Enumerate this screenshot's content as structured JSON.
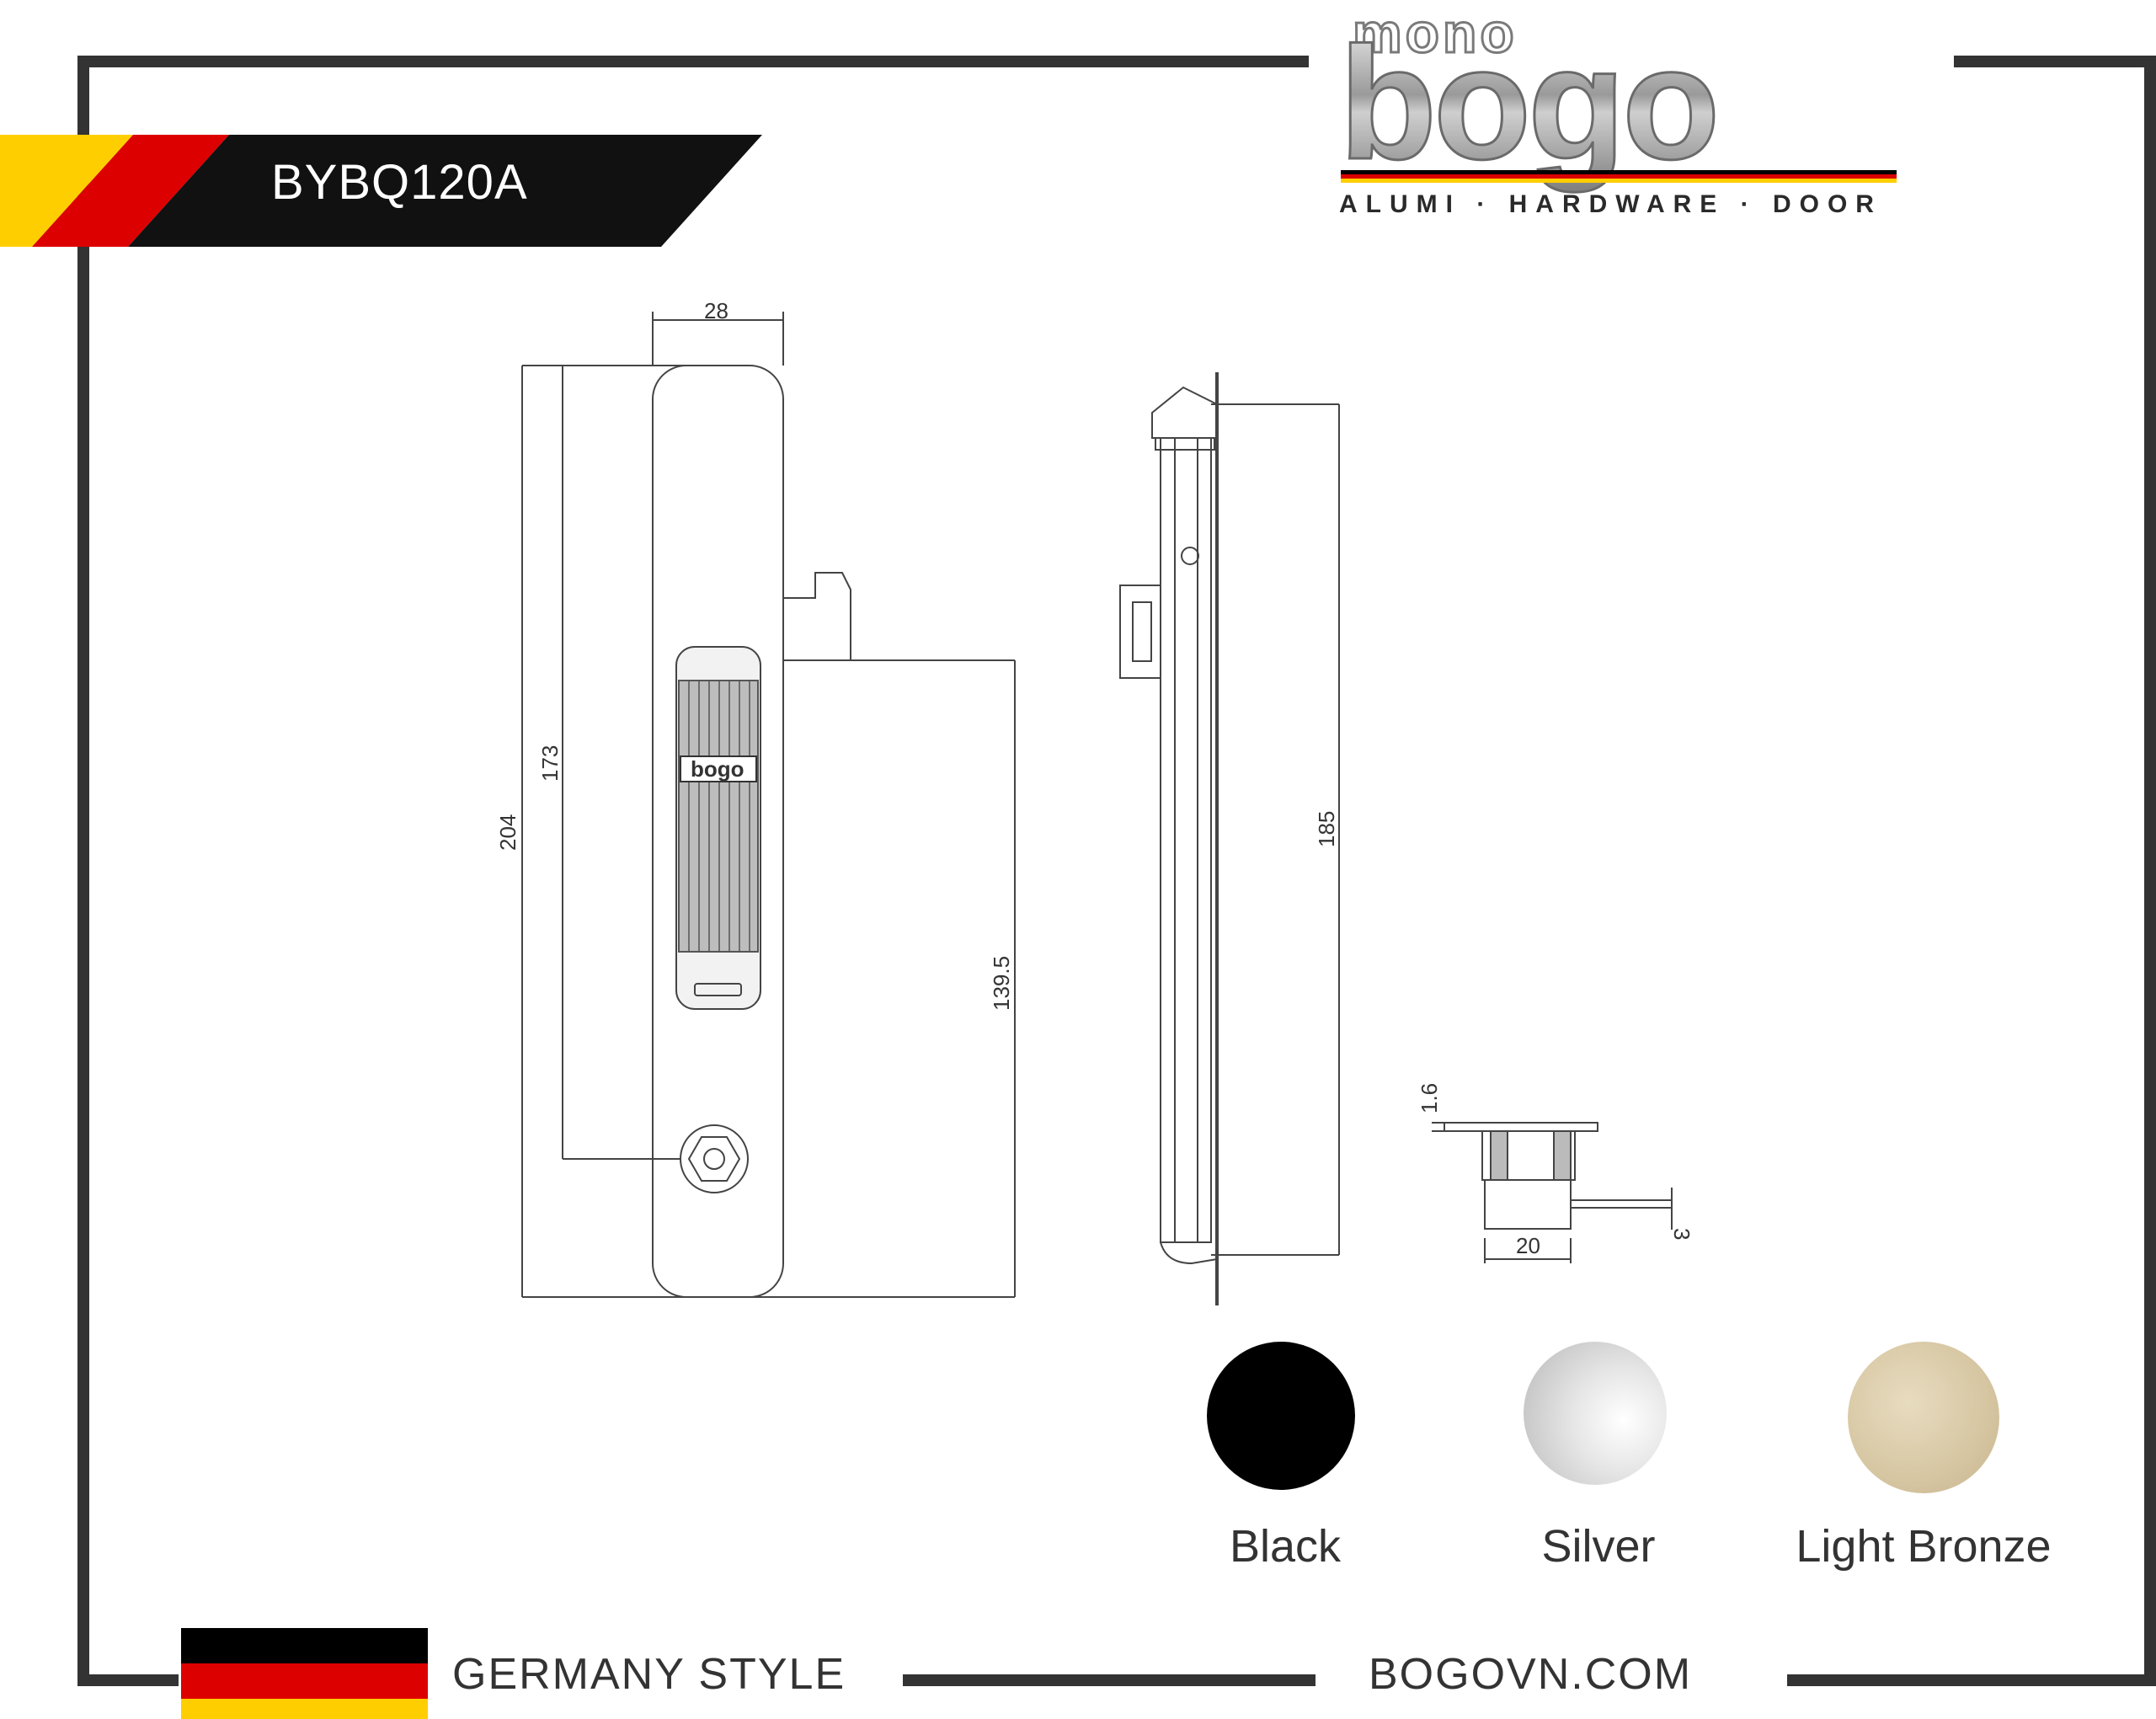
{
  "header": {
    "model_code": "BYBQ120A",
    "logo": {
      "top_text": "mono",
      "main_text": "bogo",
      "tagline": "ALUMI · HARDWARE · DOOR"
    }
  },
  "drawing": {
    "front_view": {
      "dimensions": {
        "width": "28",
        "height_total": "204",
        "height_key": "173",
        "height_hook": "139.5"
      },
      "handle_logo": "bogo"
    },
    "side_view": {
      "dimensions": {
        "height": "185"
      }
    },
    "section_view": {
      "dimensions": {
        "thickness": "1.6",
        "width": "20",
        "offset": "3"
      }
    }
  },
  "finishes": [
    {
      "label": "Black",
      "color": "#000000"
    },
    {
      "label": "Silver",
      "color": "#d9d9d9"
    },
    {
      "label": "Light Bronze",
      "color": "#d8c9a8"
    }
  ],
  "footer": {
    "style_text": "GERMANY STYLE",
    "website": "BOGOVN.COM",
    "flag_colors": [
      "#000000",
      "#dd0000",
      "#ffce00"
    ]
  },
  "colors": {
    "frame": "#333333",
    "flag_black": "#000000",
    "flag_red": "#dd0000",
    "flag_gold": "#ffce00"
  }
}
